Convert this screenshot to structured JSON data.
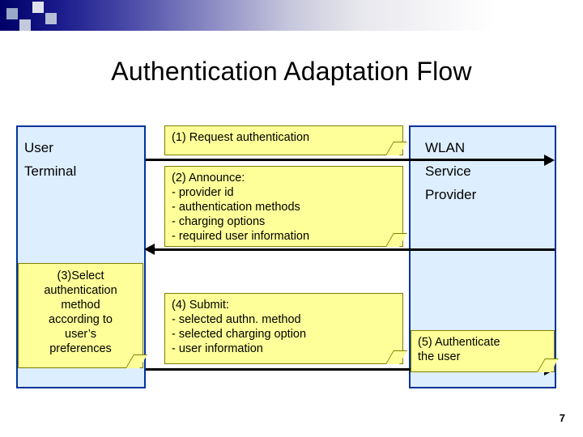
{
  "slide": {
    "title": "Authentication Adaptation Flow",
    "number": "7"
  },
  "colors": {
    "lane_fill": "#ddeeff",
    "lane_border": "#003399",
    "note_fill": "#ffff99",
    "note_border": "#7f7f00",
    "arrow": "#000000",
    "banner_start": "#000066",
    "banner_end": "#ffffff"
  },
  "lanes": [
    {
      "id": "user-terminal",
      "label": "User\nTerminal"
    },
    {
      "id": "wlan-service-provider",
      "label": "WLAN\nService\nProvider"
    }
  ],
  "notes": [
    {
      "id": "note-1",
      "text": "(1) Request authentication"
    },
    {
      "id": "note-2",
      "text": "(2) Announce:\n- provider id\n- authentication methods\n- charging options\n- required user information"
    },
    {
      "id": "note-3",
      "text": "(3)Select\nauthentication\nmethod\naccording to\nuser’s\npreferences"
    },
    {
      "id": "note-4",
      "text": "(4) Submit:\n- selected authn. method\n- selected charging option\n- user information"
    },
    {
      "id": "note-5",
      "text": "(5) Authenticate\nthe user"
    }
  ],
  "arrows": [
    {
      "id": "arrow-1",
      "direction": "right",
      "from": "user-terminal",
      "to": "wlan-service-provider"
    },
    {
      "id": "arrow-2",
      "direction": "left",
      "from": "wlan-service-provider",
      "to": "user-terminal"
    },
    {
      "id": "arrow-3",
      "direction": "right",
      "from": "user-terminal",
      "to": "wlan-service-provider"
    }
  ]
}
